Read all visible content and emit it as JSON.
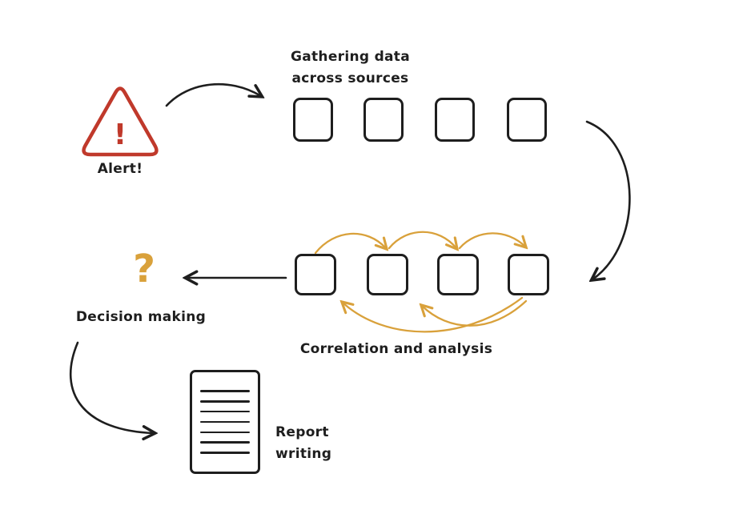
{
  "labels": {
    "alert": "Alert!",
    "alert_symbol": "!",
    "gathering": {
      "line1": "Gathering data",
      "line2": "across sources"
    },
    "correlation": "Correlation and analysis",
    "decision": "Decision making",
    "decision_symbol": "?",
    "report": {
      "line1": "Report",
      "line2": "writing"
    }
  },
  "structure": {
    "gathering_box_count": 4,
    "correlation_box_count": 4,
    "report_line_count": 7
  },
  "colors": {
    "ink": "#1e1e1e",
    "alert_red": "#c0392b",
    "accent_orange": "#d9a13b",
    "background": "#ffffff"
  }
}
